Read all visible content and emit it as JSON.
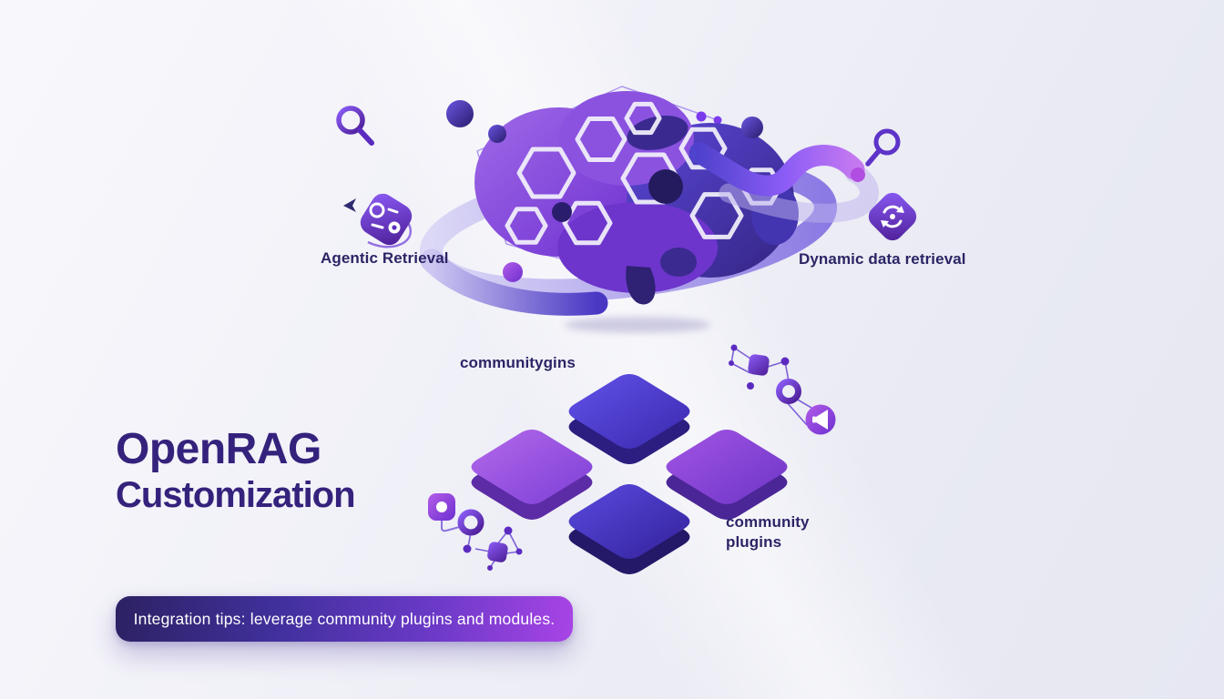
{
  "title": {
    "line1": "OpenRAG",
    "line2": "Customization",
    "color": "#35227c"
  },
  "hero": {
    "label_left": "Agentic Retrieval",
    "label_right": "Dynamic data retrieval"
  },
  "modules": {
    "label_top": "communitygins",
    "label_right_line1": "community",
    "label_right_line2": "plugins"
  },
  "banner": {
    "text": "Integration tips: leverage community plugins and modules.",
    "gradient_start": "#2d2163",
    "gradient_end": "#a844e6",
    "text_color": "#ffffff"
  },
  "colors": {
    "background": "#ecedf5",
    "label_text": "#2b2566",
    "accent_purple": "#7c3aed",
    "accent_indigo": "#38289e",
    "accent_magenta": "#a855f7",
    "tile_blue": "#4a38c8",
    "tile_violet": "#9a50e0"
  },
  "icons": {
    "search_left": "magnifying-glass",
    "search_right": "magnifying-glass",
    "agent_badge": "rounded-square-agent-settings",
    "cursor_arrow": "left-arrowhead",
    "refresh_badge": "rounded-diamond-refresh",
    "megaphone": "megaphone-in-circle",
    "network_nodes": "connected-node-graph",
    "brain": "hexagon-pattern-brain",
    "orbit": "orbit-ring",
    "wave": "wave-ribbon",
    "tiles": "four-isometric-module-tiles"
  }
}
